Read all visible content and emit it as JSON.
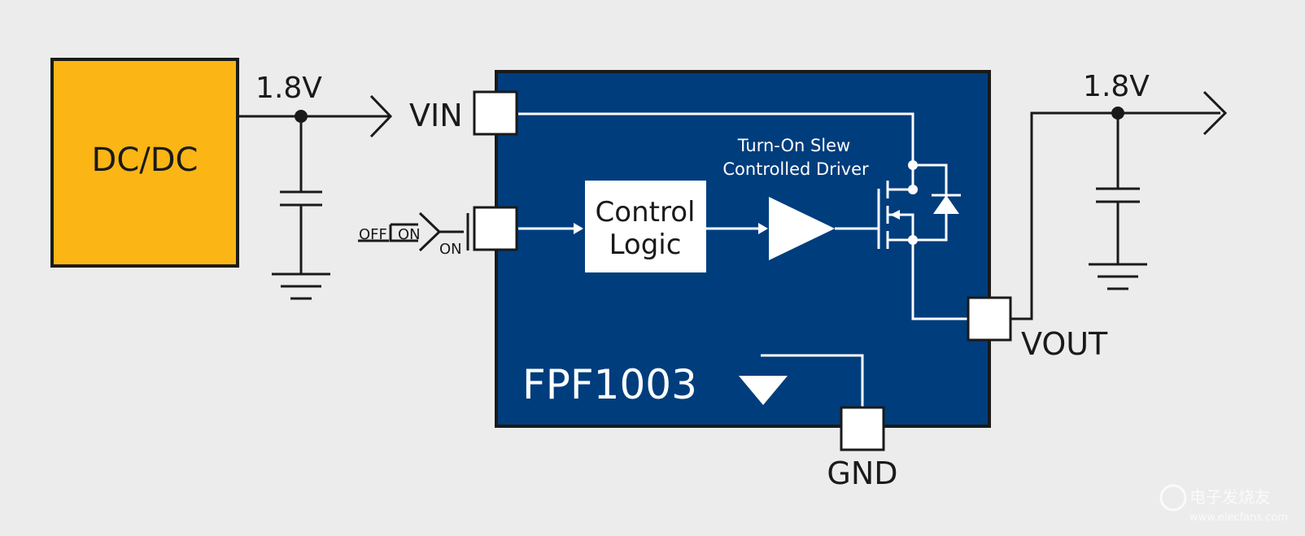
{
  "source": {
    "label": "DC/DC",
    "fill": "#fbb615"
  },
  "input_rail": {
    "voltage": "1.8V"
  },
  "output_rail": {
    "voltage": "1.8V"
  },
  "chip": {
    "name": "FPF1003",
    "fill": "#003d7d",
    "pins": {
      "vin": "VIN",
      "vout": "VOUT",
      "gnd": "GND"
    }
  },
  "switch": {
    "off_label": "OFF",
    "on_label": "ON",
    "on_label_2": "ON"
  },
  "control_logic": {
    "line1": "Control",
    "line2": "Logic"
  },
  "driver": {
    "line1": "Turn-On Slew",
    "line2": "Controlled Driver"
  },
  "watermark": {
    "text": "电子发烧友",
    "url": "www.elecfans.com"
  }
}
